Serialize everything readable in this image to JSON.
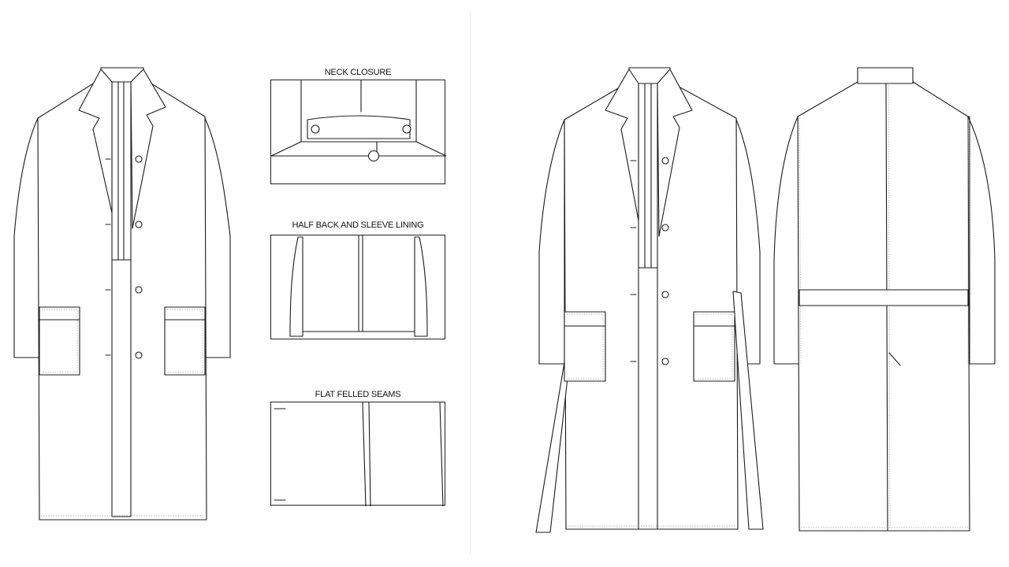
{
  "details": {
    "neck_closure": "NECK CLOSURE",
    "half_back_lining": "HALF BACK AND SLEEVE LINING",
    "flat_felled_seams": "FLAT FELLED SEAMS"
  }
}
